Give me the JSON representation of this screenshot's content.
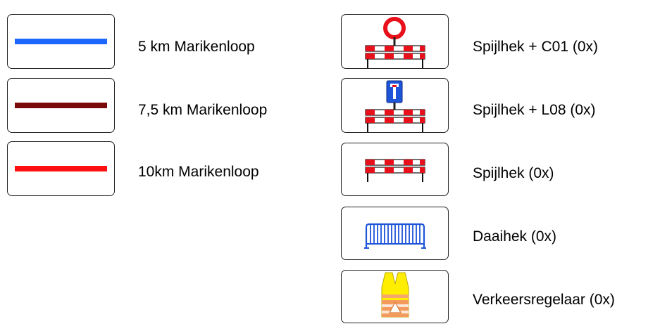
{
  "routes": [
    {
      "label": "5 km Marikenloop",
      "color": "#1d67ff"
    },
    {
      "label": "7,5 km Marikenloop",
      "color": "#7a0a0a"
    },
    {
      "label": "10km Marikenloop",
      "color": "#ff1010"
    }
  ],
  "items": [
    {
      "label": "Spijlhek + C01 (0x)",
      "icon": "barrier-with-no-entry-sign-icon"
    },
    {
      "label": "Spijlhek + L08 (0x)",
      "icon": "barrier-with-dead-end-sign-icon"
    },
    {
      "label": "Spijlhek (0x)",
      "icon": "barrier-icon"
    },
    {
      "label": "Daaihek (0x)",
      "icon": "crowd-fence-icon"
    },
    {
      "label": "Verkeersregelaar (0x)",
      "icon": "traffic-vest-icon"
    }
  ],
  "colors": {
    "barrier_red": "#e8101a",
    "fence_blue": "#1e54d8",
    "vest_yellow": "#ffee00",
    "vest_orange": "#f39a5c"
  }
}
